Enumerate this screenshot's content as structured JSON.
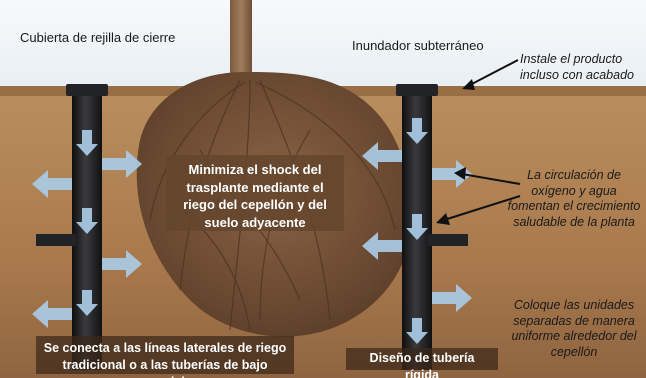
{
  "labels": {
    "left_top": "Cubierta de rejilla de cierre",
    "right_top": "Inundador subterráneo"
  },
  "notes": {
    "install": "Instale el producto incluso con acabado",
    "circulation": "La circulación de oxígeno y agua fomentan el crecimiento saludable de la planta",
    "place": "Coloque las unidades separadas de manera uniforme alrededor del cepellón"
  },
  "boxes": {
    "center": "Minimiza el shock del trasplante mediante el riego del cepellón y del suelo adyacente",
    "bottom_left": "Se conecta a las líneas laterales de riego tradicional o a las tuberías de bajo caudal",
    "bottom_right": "Diseño de tubería rígida"
  },
  "colors": {
    "sky": "#eef3f7",
    "soil": "#b58a5c",
    "topsoil": "#a87b4e",
    "roots": "#6b4a32",
    "pipe": "#1b1b1d",
    "arrow": "#aacbe6",
    "box_dark": "#64462d"
  },
  "icons": [
    "left-pipe-icon",
    "right-pipe-icon",
    "flow-arrow-icon",
    "pointer-arrow-icon",
    "tree-trunk-icon",
    "root-ball-icon"
  ]
}
